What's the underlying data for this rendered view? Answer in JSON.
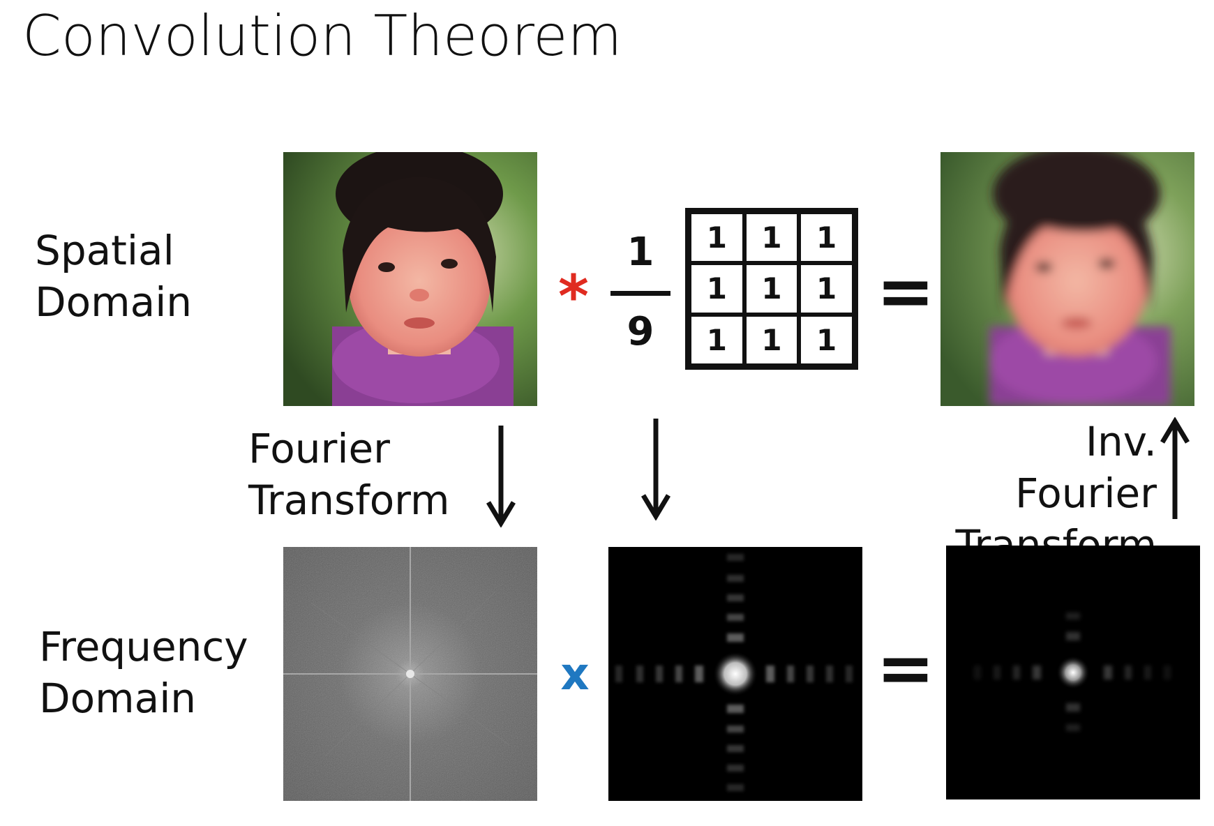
{
  "title": "Convolution Theorem",
  "rows": {
    "spatial": {
      "line1": "Spatial",
      "line2": "Domain"
    },
    "frequency": {
      "line1": "Frequency",
      "line2": "Domain"
    }
  },
  "operators": {
    "convolve": "*",
    "multiply": "x",
    "equals_top": "=",
    "equals_bottom": "="
  },
  "kernel": {
    "numerator": "1",
    "denominator": "9",
    "cells": [
      "1",
      "1",
      "1",
      "1",
      "1",
      "1",
      "1",
      "1",
      "1"
    ]
  },
  "transforms": {
    "forward": {
      "line1": "Fourier",
      "line2": "Transform"
    },
    "inverse": {
      "line1": "Inv. Fourier",
      "line2": "Transform"
    }
  },
  "images": {
    "original": "photo of toddler",
    "blurred": "blurred photo of toddler",
    "image_spectrum": "fourier magnitude spectrum of photo",
    "kernel_spectrum": "fourier spectrum of box filter",
    "product_spectrum": "product spectrum"
  },
  "colors": {
    "convolve": "#e02b20",
    "multiply": "#1f78c1",
    "text": "#111111"
  }
}
